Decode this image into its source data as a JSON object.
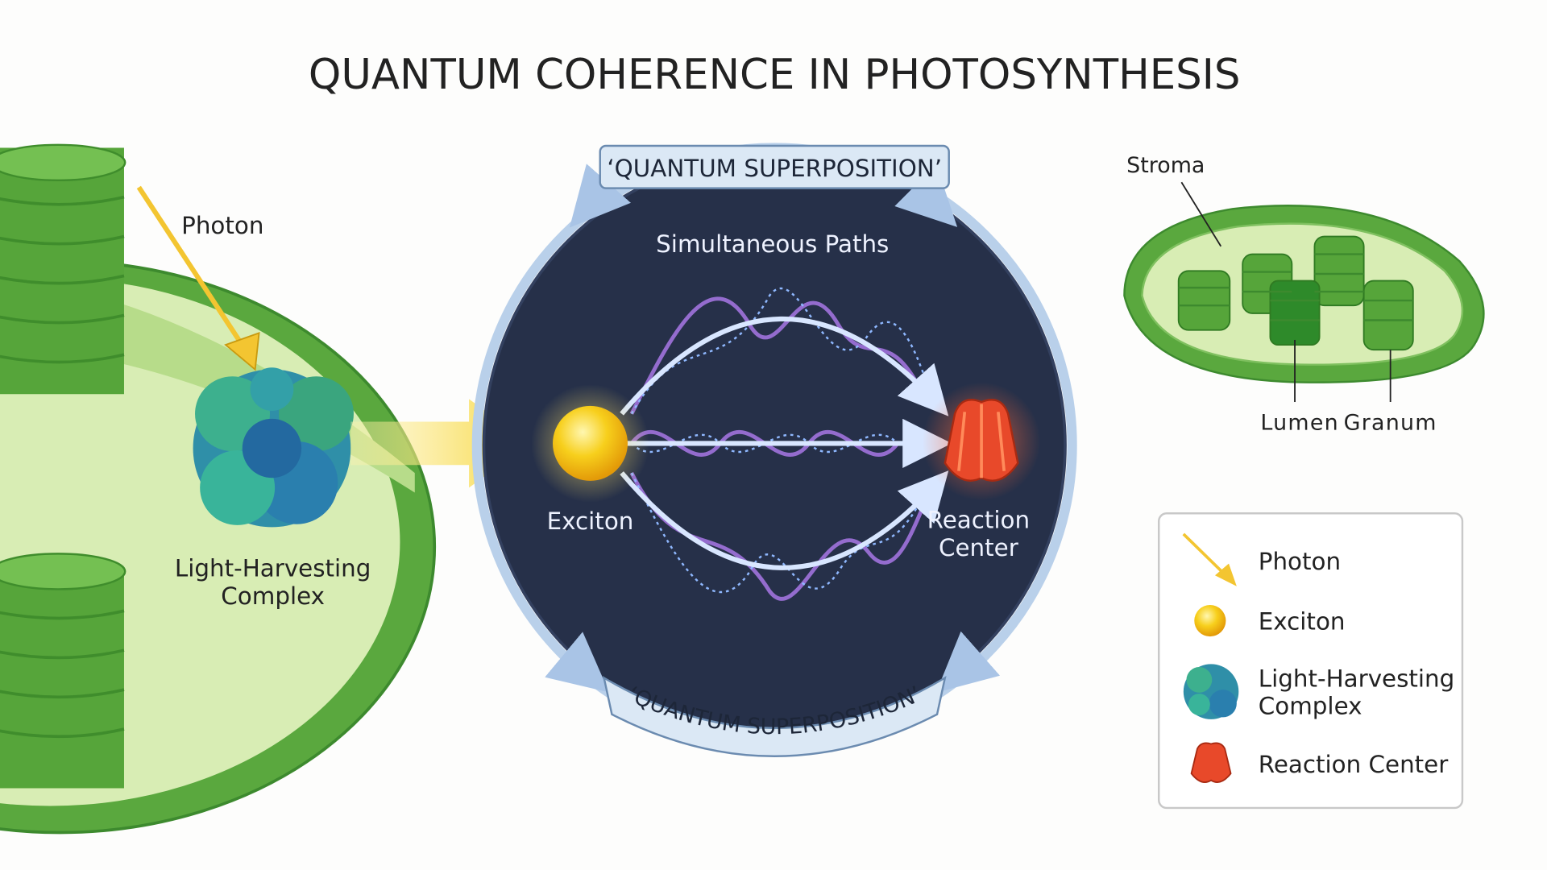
{
  "title": "QUANTUM COHERENCE IN PHOTOSYNTHESIS",
  "left": {
    "photon_label": "Photon",
    "complex_label_line1": "Light-Harvesting",
    "complex_label_line2": "Complex"
  },
  "center": {
    "top_banner": "‘QUANTUM SUPERPOSITION’",
    "bottom_banner": "‘QUANTUM SUPERPOSITION’",
    "paths_label": "Simultaneous Paths",
    "exciton_label": "Exciton",
    "reaction_line1": "Reaction",
    "reaction_line2": "Center"
  },
  "right": {
    "stroma_label": "Stroma",
    "lumen_label": "Lumen",
    "granum_label": "Granum"
  },
  "legend": {
    "items": [
      {
        "icon": "photon-arrow-icon",
        "label": "Photon"
      },
      {
        "icon": "exciton-sphere-icon",
        "label": "Exciton"
      },
      {
        "icon": "light-harvesting-complex-icon",
        "label_line1": "Light-Harvesting",
        "label_line2": "Complex"
      },
      {
        "icon": "reaction-center-icon",
        "label": "Reaction Center"
      }
    ]
  },
  "colors": {
    "chloroplast_dark": "#4e9d35",
    "chloroplast_light": "#d8edb4",
    "circle_bg": "#263049",
    "wave": "#b07cf0",
    "exciton": "#f7cf1c",
    "reaction_center": "#e8492a"
  }
}
